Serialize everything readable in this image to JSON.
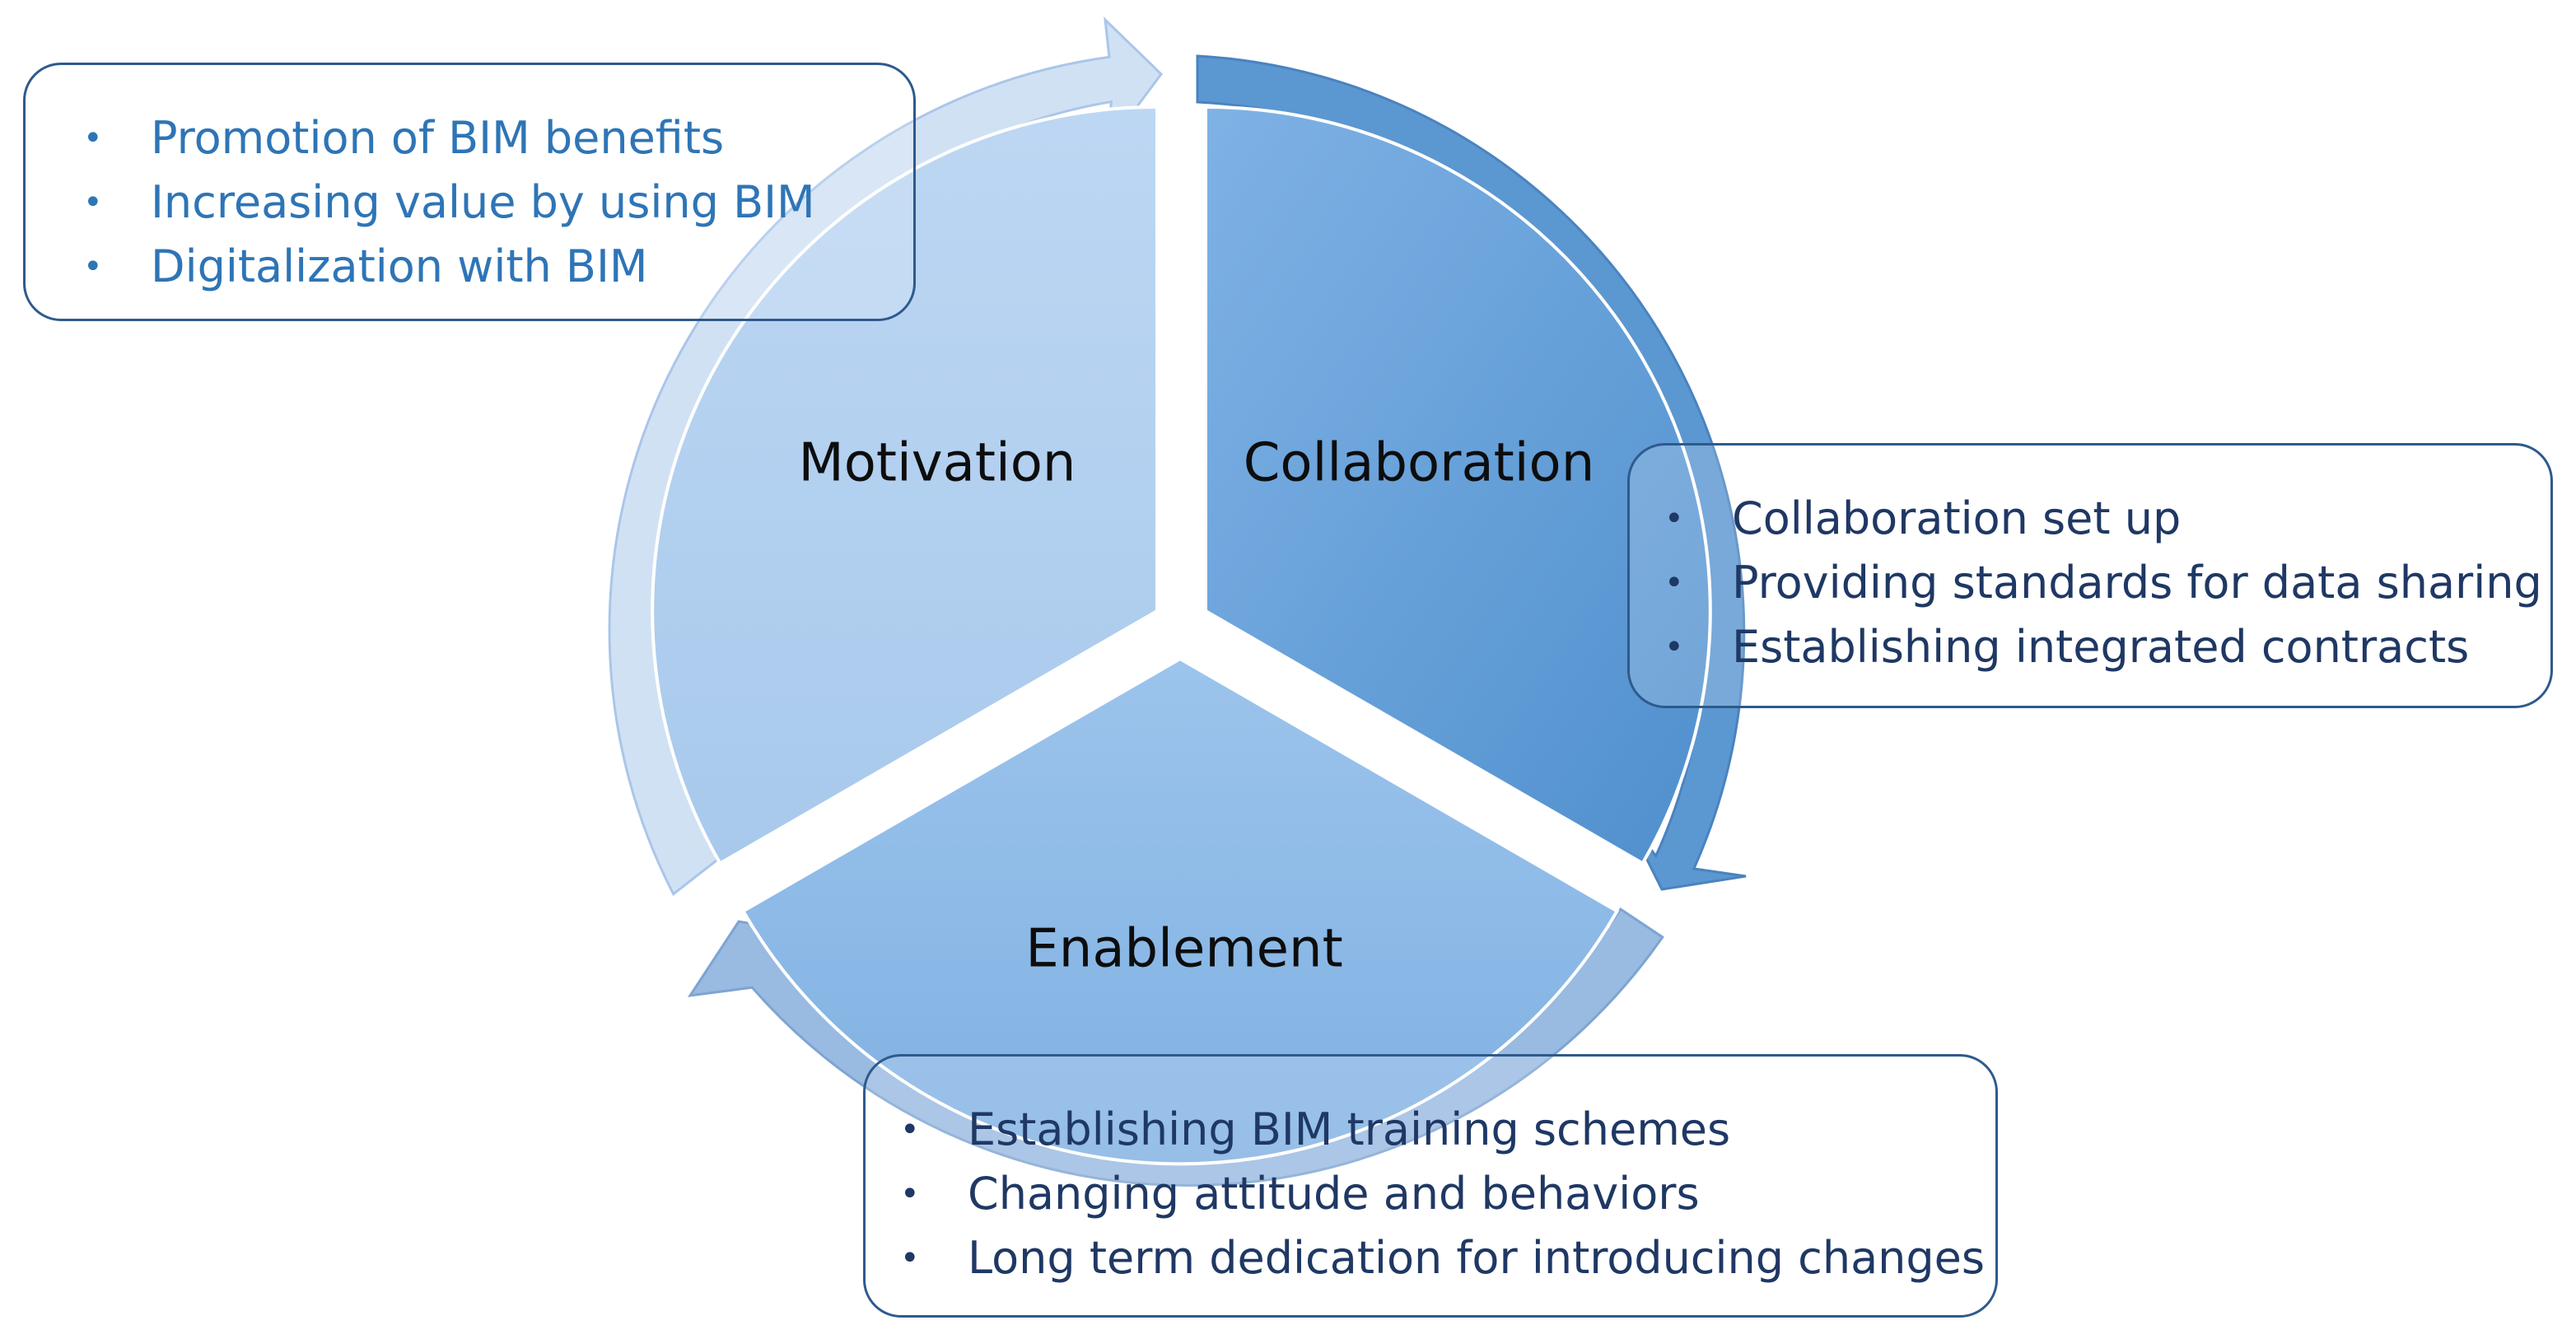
{
  "colors": {
    "motivation_fill": "#b4d1f0",
    "collaboration_fill": "#5b9bd5",
    "enablement_fill": "#8fbbe8",
    "motivation_arrow": "#c9dcf2",
    "collaboration_arrow": "#5b97d1",
    "enablement_arrow": "#8eb3de",
    "box_border": "#2e5a8c",
    "motivation_text": "#2e75b6",
    "other_text": "#1f3864"
  },
  "segments": {
    "motivation": "Motivation",
    "collaboration": "Collaboration",
    "enablement": "Enablement"
  },
  "boxes": {
    "motivation": [
      "Promotion of BIM benefits",
      "Increasing value by using BIM",
      "Digitalization with BIM"
    ],
    "collaboration": [
      "Collaboration set up",
      "Providing standards for data sharing",
      "Establishing integrated contracts"
    ],
    "enablement": [
      "Establishing BIM training schemes",
      "Changing attitude and behaviors",
      "Long term dedication for introducing changes"
    ]
  }
}
